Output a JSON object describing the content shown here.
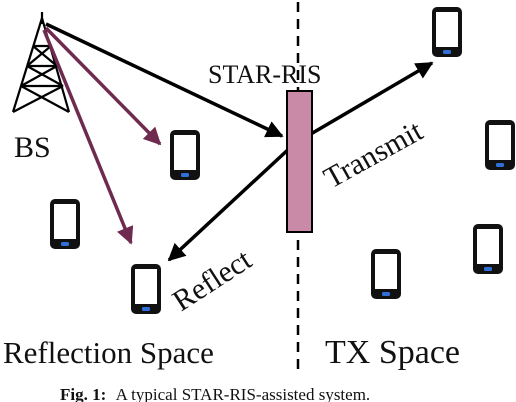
{
  "diagram": {
    "labels": {
      "bs": "BS",
      "star_ris": "STAR-RIS",
      "transmit": "Transmit",
      "reflect": "Reflect",
      "reflection_space": "Reflection Space",
      "tx_space": "TX Space",
      "caption_fig": "Fig. 1:",
      "caption_text": "A typical STAR-RIS-assisted system."
    },
    "colors": {
      "line_black": "#000000",
      "arrow_purple": "#6e2b4f",
      "ris_fill": "#c98aa8",
      "phone_body": "#111111",
      "phone_screen": "#ffffff",
      "phone_button": "#2f6fd6"
    },
    "icons": [
      "base-station-icon",
      "smartphone-icon",
      "star-ris-panel"
    ]
  }
}
